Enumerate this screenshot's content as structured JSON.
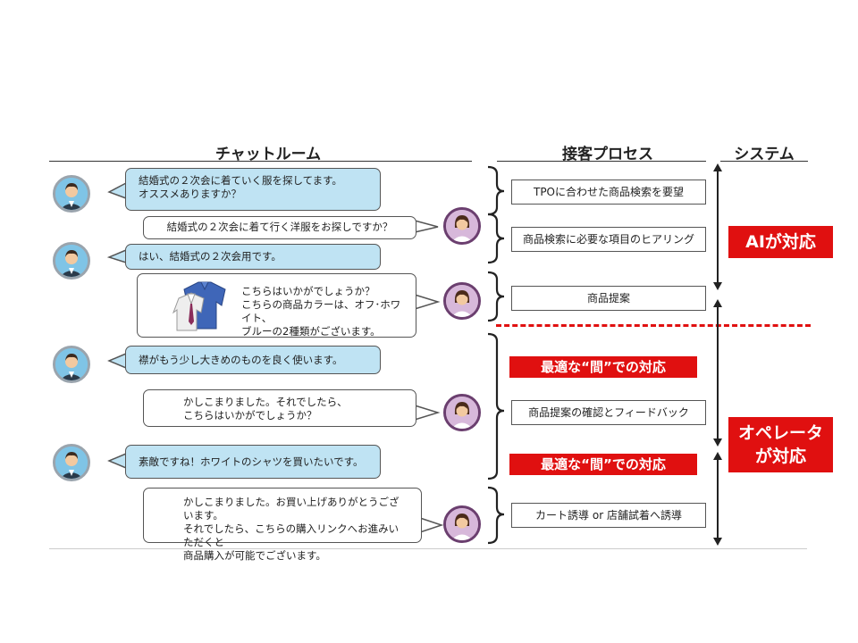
{
  "headers": {
    "chatroom": "チャットルーム",
    "process": "接客プロセス",
    "system": "システム"
  },
  "messages": [
    {
      "speaker": "customer",
      "text": "結婚式の２次会に着ていく服を探してます。\nオススメありますか？"
    },
    {
      "speaker": "operator",
      "text": "結婚式の２次会に着て行く洋服をお探しですか？"
    },
    {
      "speaker": "customer",
      "text": "はい、結婚式の２次会用です。"
    },
    {
      "speaker": "operator",
      "text": "こちらはいかがでしょうか？\nこちらの商品カラーは、オフ･ホワイト、\nブルーの2種類がございます。"
    },
    {
      "speaker": "customer",
      "text": "襟がもう少し大きめのものを良く使います。"
    },
    {
      "speaker": "operator",
      "text": "かしこまりました。それでしたら、\nこちらはいかがでしょうか？"
    },
    {
      "speaker": "customer",
      "text": "素敵ですね！ホワイトのシャツを買いたいです。"
    },
    {
      "speaker": "operator",
      "text": "かしこまりました。お買い上げありがとうございます。\nそれでしたら、こちらの購入リンクへお進みいただくと\n商品購入が可能でございます。"
    }
  ],
  "process": {
    "steps": [
      "TPOに合わせた商品検索を要望",
      "商品検索に必要な項目のヒアリング",
      "商品提案",
      "商品提案の確認とフィードバック",
      "カート誘導 or 店舗試着へ誘導"
    ],
    "highlights": [
      "最適な“間”での対応",
      "最適な“間”での対応"
    ]
  },
  "system": {
    "ai": "AIが対応",
    "operator": "オペレータ\nが対応"
  },
  "colors": {
    "accent_red": "#e01010",
    "customer_bubble": "#bfe3f3",
    "customer_avatar_ring": "#9aa4ad",
    "operator_avatar_ring": "#6b3f6f"
  }
}
